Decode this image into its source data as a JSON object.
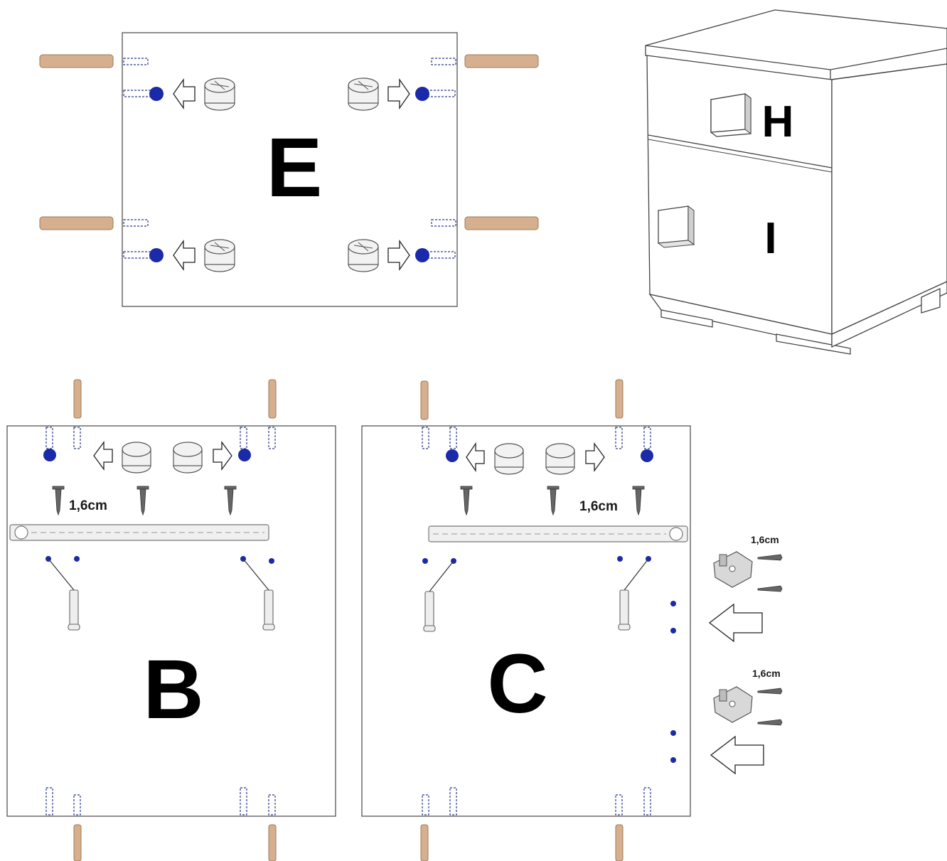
{
  "panels": {
    "top": "E",
    "left": "B",
    "right": "C"
  },
  "cabinet": {
    "drawer": "H",
    "door": "I"
  },
  "dimensions": {
    "screw_length_b": "1,6cm",
    "screw_length_c": "1,6cm",
    "hinge_upper": "1,6cm",
    "hinge_lower": "1,6cm"
  },
  "colors": {
    "dowel": "#d6b08e",
    "hole_marker": "#1a2aa8",
    "outline": "#555555"
  }
}
